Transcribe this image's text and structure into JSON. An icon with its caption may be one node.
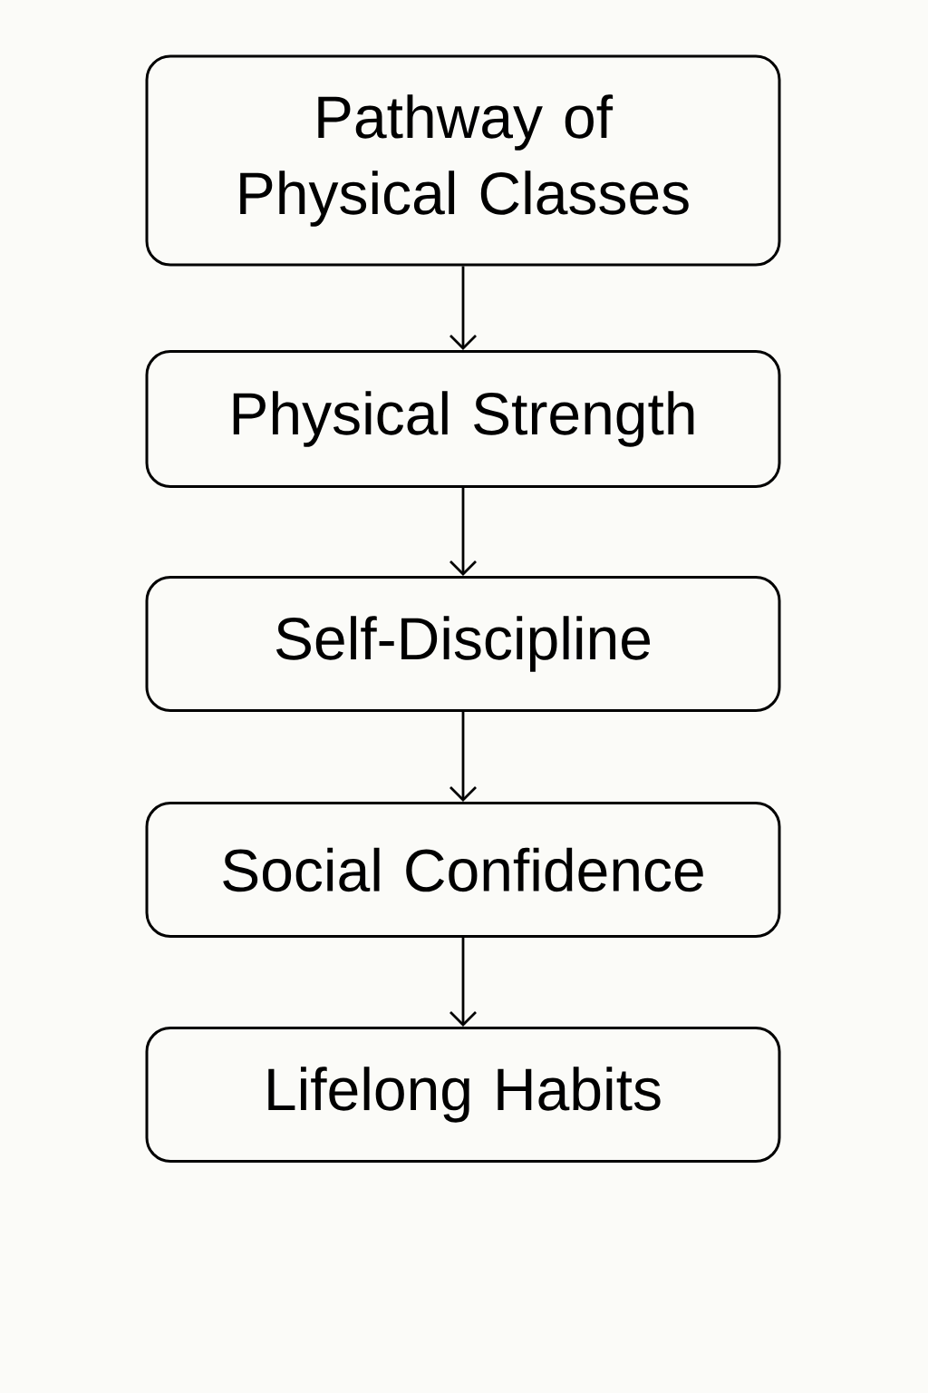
{
  "diagram": {
    "nodes": [
      {
        "text": [
          "Pathway of Physical Classes"
        ]
      },
      {
        "text": [
          "Physical Strength"
        ]
      },
      {
        "text": [
          "Self-Discipline"
        ]
      },
      {
        "text": [
          "Social Confidence"
        ]
      },
      {
        "text": [
          "Lifelong Habits"
        ]
      }
    ],
    "edges": [
      {
        "from": 0,
        "to": 1,
        "arrow": "to"
      },
      {
        "from": 1,
        "to": 2,
        "arrow": "to"
      },
      {
        "from": 2,
        "to": 3,
        "arrow": "to"
      },
      {
        "from": 3,
        "to": 4,
        "arrow": "to"
      }
    ]
  }
}
